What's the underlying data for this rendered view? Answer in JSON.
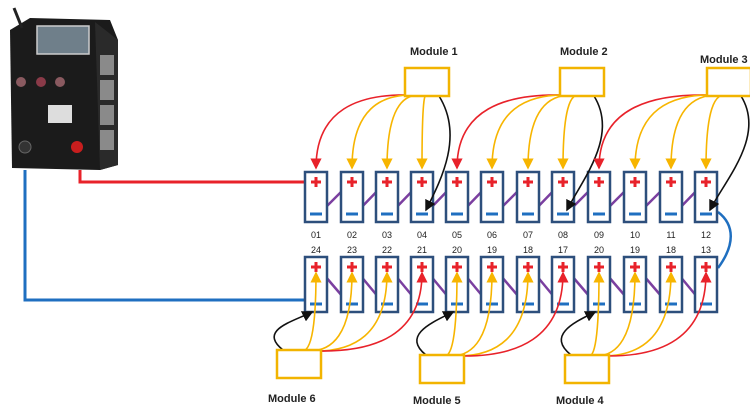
{
  "modules": [
    {
      "label": "Module 1",
      "row": "top",
      "cells": [
        0,
        1,
        2,
        3
      ]
    },
    {
      "label": "Module 2",
      "row": "top",
      "cells": [
        4,
        5,
        6,
        7
      ]
    },
    {
      "label": "Module 3",
      "row": "top",
      "cells": [
        8,
        9,
        10,
        11
      ]
    },
    {
      "label": "Module 6",
      "row": "bottom",
      "cells": [
        0,
        1,
        2,
        3
      ]
    },
    {
      "label": "Module 5",
      "row": "bottom",
      "cells": [
        4,
        5,
        6,
        7
      ]
    },
    {
      "label": "Module 4",
      "row": "bottom",
      "cells": [
        8,
        9,
        10,
        11
      ]
    }
  ],
  "top_row_labels": [
    "01",
    "02",
    "03",
    "04",
    "05",
    "06",
    "07",
    "08",
    "09",
    "10",
    "11",
    "12"
  ],
  "bottom_row_labels": [
    "24",
    "23",
    "22",
    "21",
    "20",
    "19",
    "18",
    "17",
    "20",
    "19",
    "18",
    "13"
  ],
  "colors": {
    "positive_cable": "#e8222a",
    "negative_cable": "#1f6fc0",
    "cell_link": "#7b3fa0",
    "sense_lead": "#f7b500",
    "module_box": "#f2b400",
    "cell_border": "#2d4f7c",
    "plus_sign": "#e8222a",
    "minus_sign": "#1f6fc0"
  }
}
